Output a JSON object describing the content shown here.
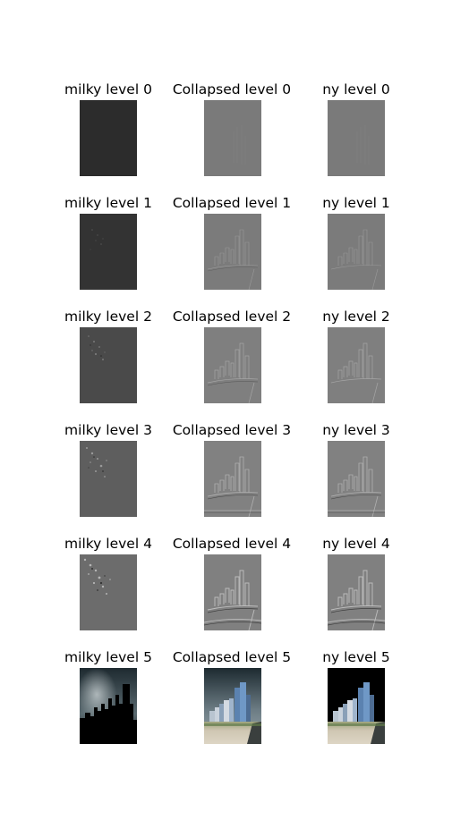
{
  "figure": {
    "rows": [
      {
        "milky": "milky level 0",
        "collapsed": "Collapsed level 0",
        "ny": "ny level 0",
        "milky_tone": "#2c2c2c",
        "collapsed_tone": "#7a7a7a",
        "ny_tone": "#7a7a7a"
      },
      {
        "milky": "milky level 1",
        "collapsed": "Collapsed level 1",
        "ny": "ny level 1",
        "milky_tone": "#333333",
        "collapsed_tone": "#7b7b7b",
        "ny_tone": "#7b7b7b"
      },
      {
        "milky": "milky level 2",
        "collapsed": "Collapsed level 2",
        "ny": "ny level 2",
        "milky_tone": "#4a4a4a",
        "collapsed_tone": "#7f7f7f",
        "ny_tone": "#7f7f7f"
      },
      {
        "milky": "milky level 3",
        "collapsed": "Collapsed level 3",
        "ny": "ny level 3",
        "milky_tone": "#5e5e5e",
        "collapsed_tone": "#818181",
        "ny_tone": "#818181"
      },
      {
        "milky": "milky level 4",
        "collapsed": "Collapsed level 4",
        "ny": "ny level 4",
        "milky_tone": "#6c6c6c",
        "collapsed_tone": "#808080",
        "ny_tone": "#808080"
      },
      {
        "milky": "milky level 5",
        "collapsed": "Collapsed level 5",
        "ny": "ny level 5",
        "milky_tone": "#000000",
        "collapsed_tone": "#4a6f9a",
        "ny_tone": "#000000"
      }
    ]
  }
}
